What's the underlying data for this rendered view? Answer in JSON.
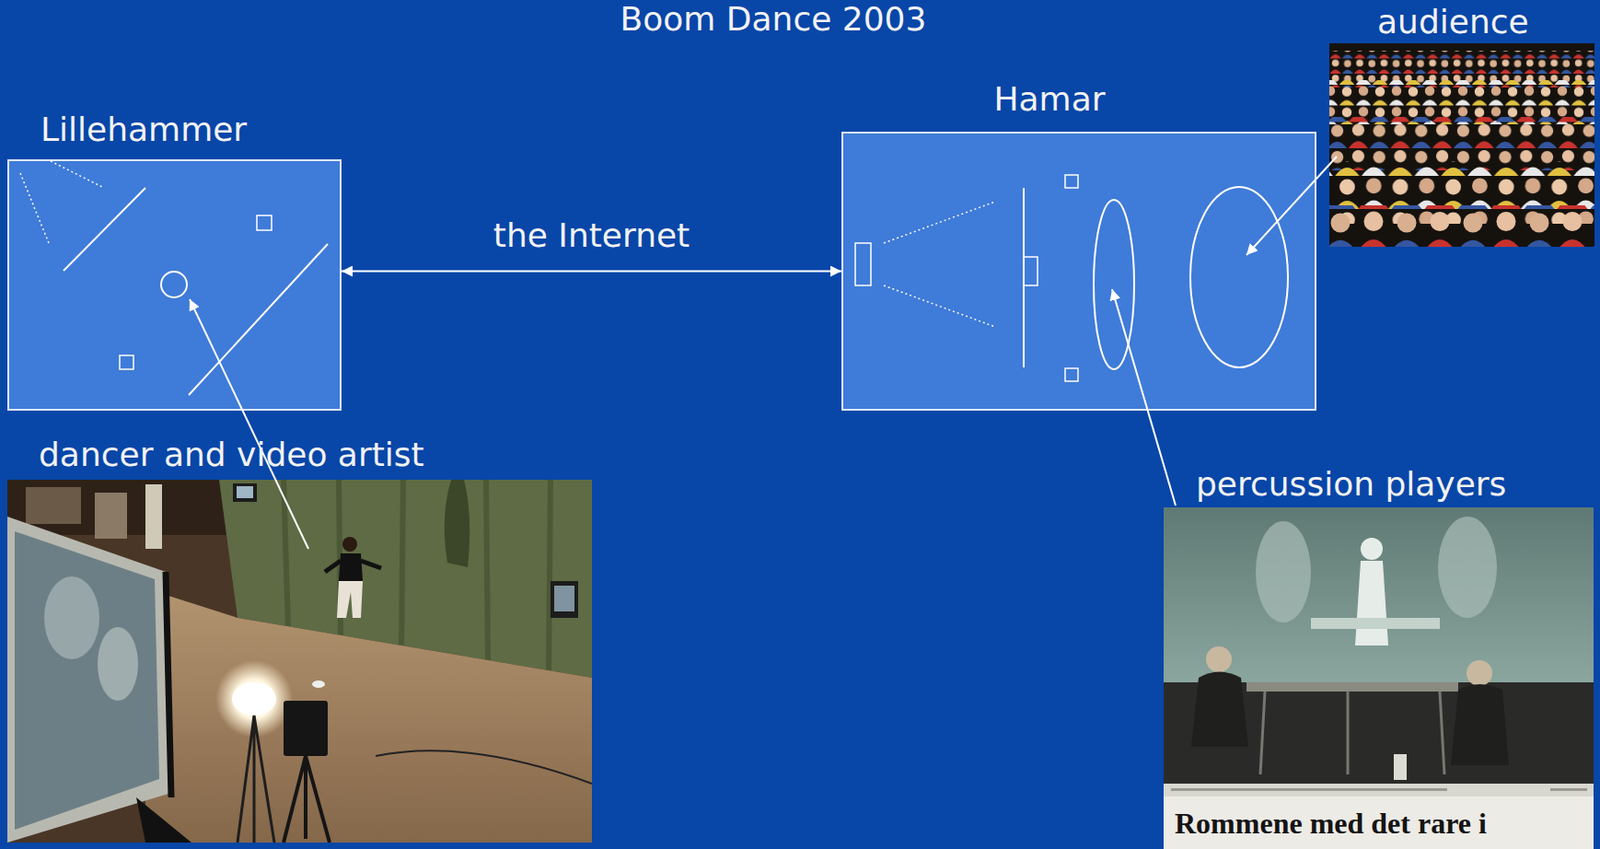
{
  "diagram": {
    "title": "Boom Dance 2003",
    "nodes": [
      {
        "text": [
          "Lillehammer"
        ]
      },
      {
        "text": [
          "Hamar"
        ]
      }
    ],
    "edges": [
      {
        "from": 0,
        "to": 1,
        "arrow": "both",
        "label": "the Internet"
      }
    ],
    "labels": [
      "audience",
      "dancer and video artist",
      "percussion players",
      "Rommene med det rare i"
    ]
  }
}
